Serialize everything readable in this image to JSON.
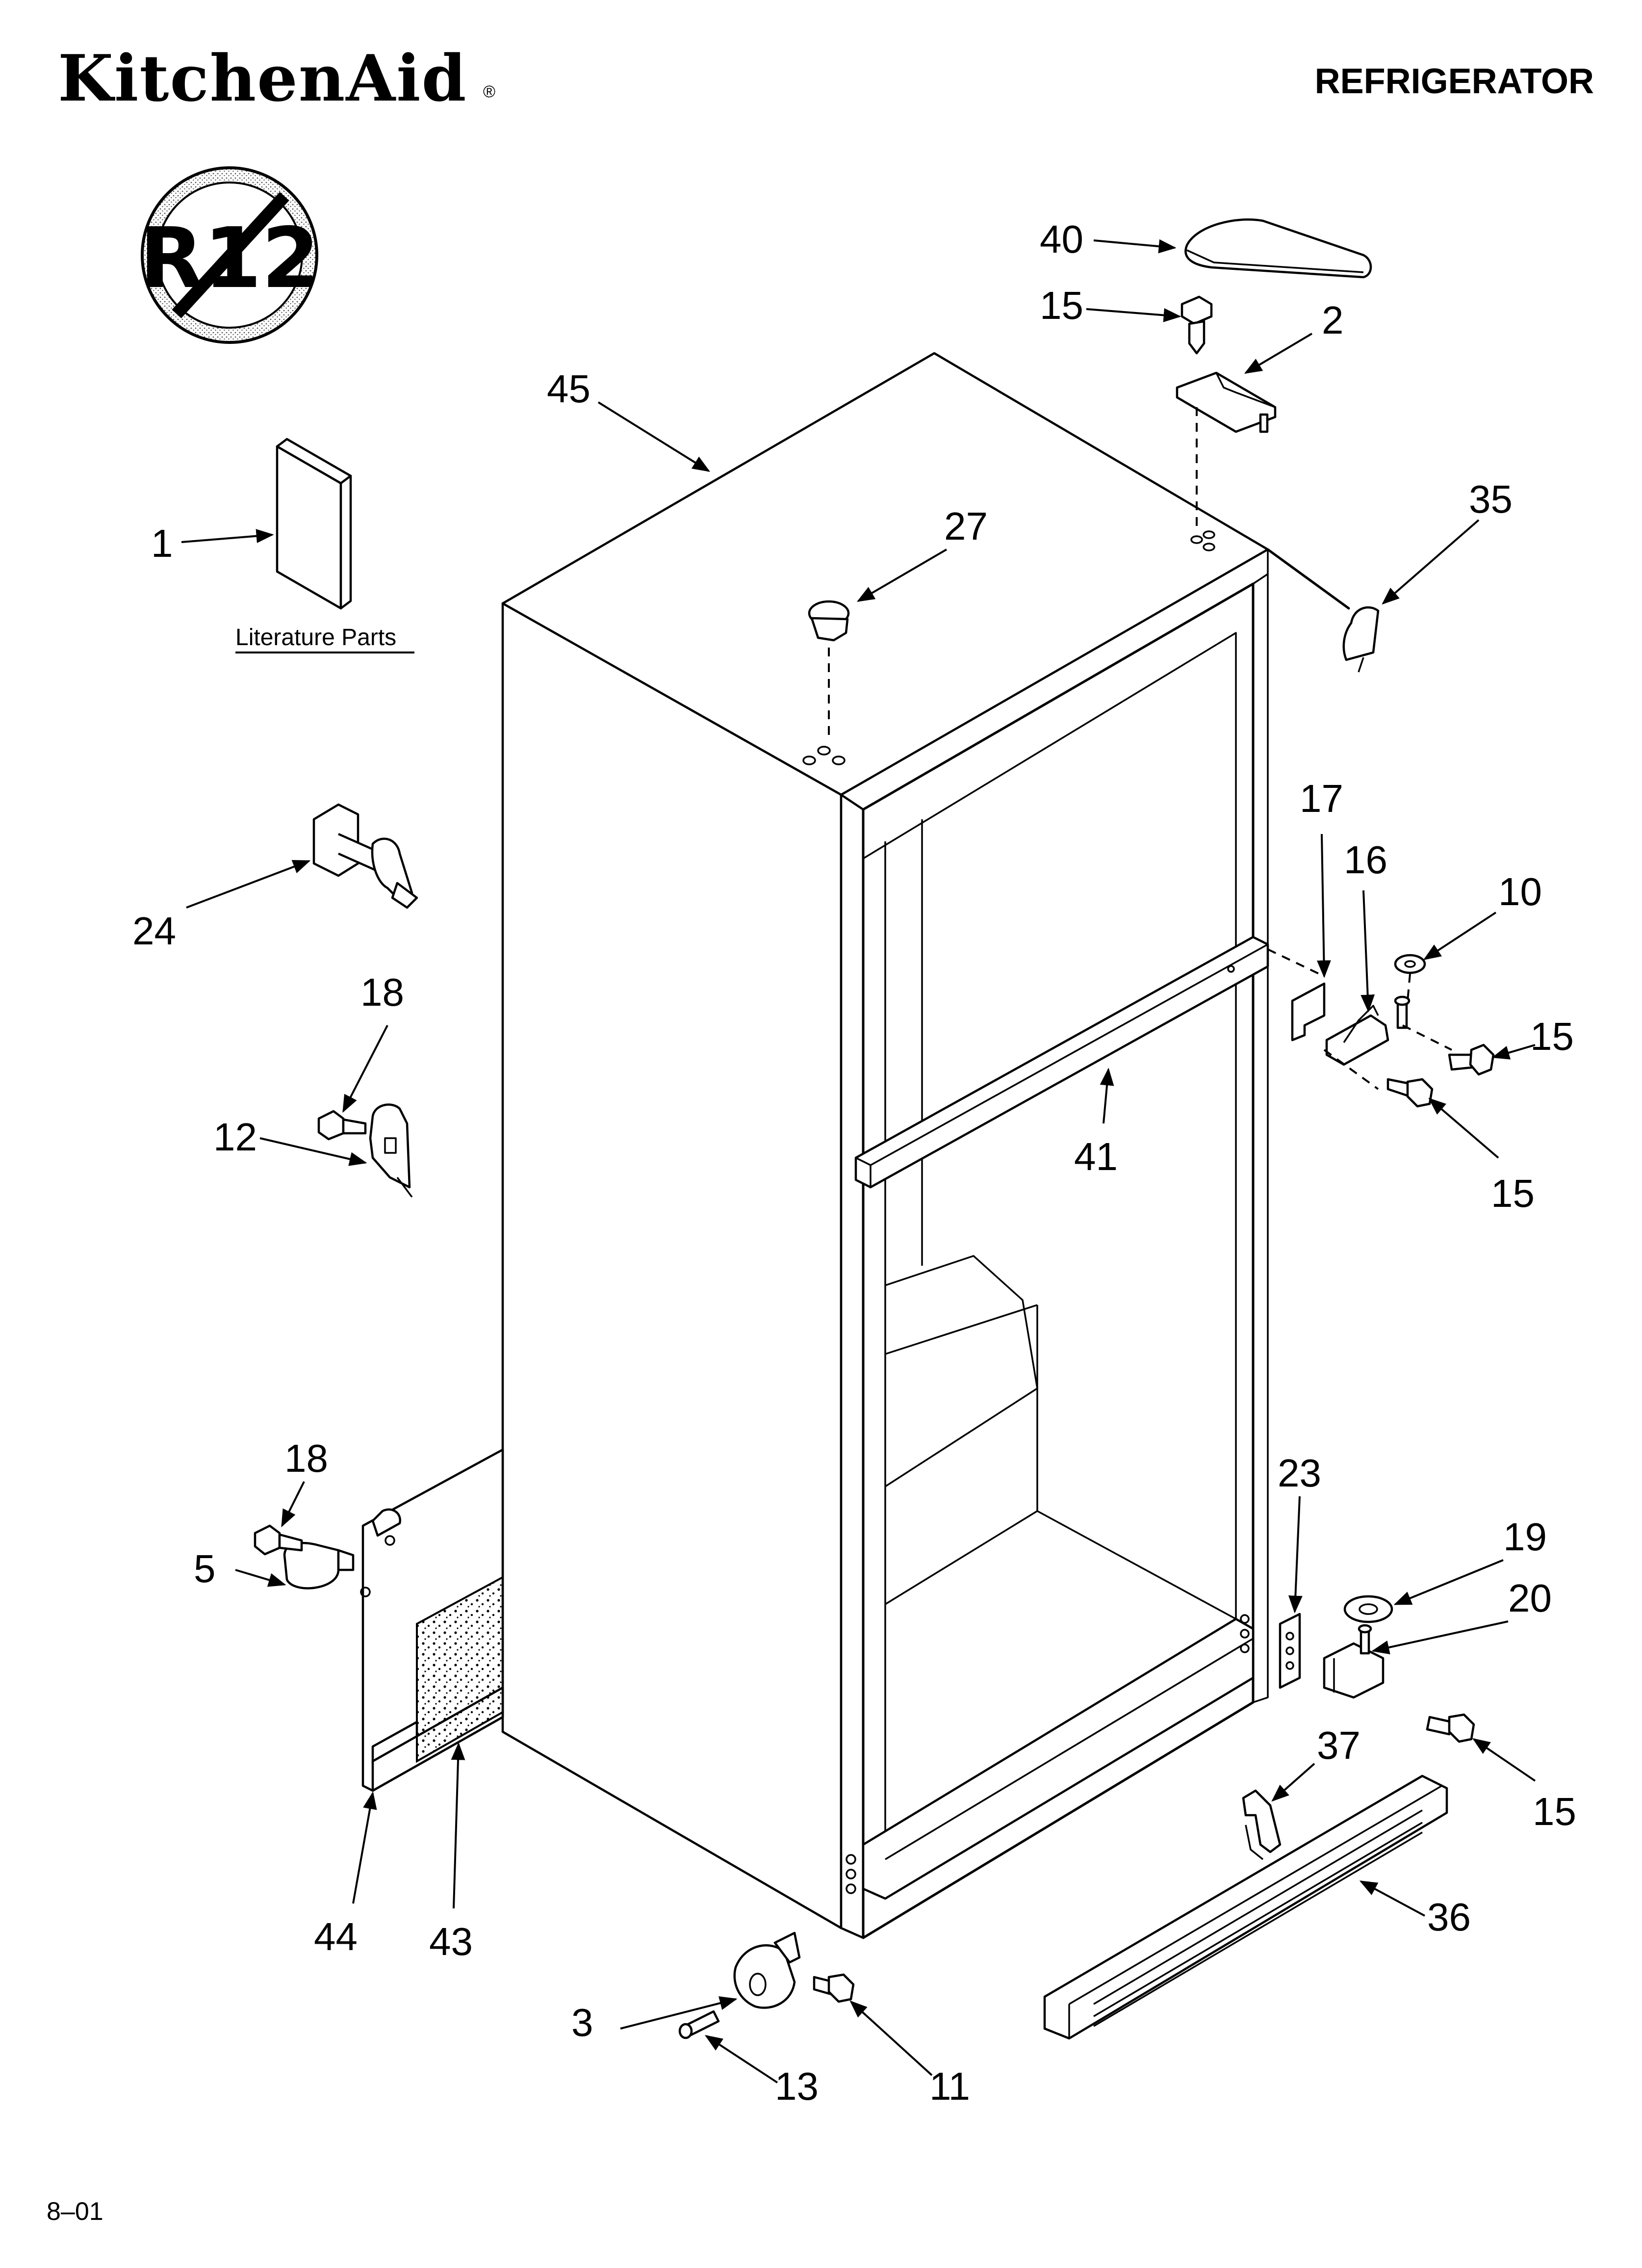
{
  "header": {
    "brand": "KitchenAid",
    "brand_mark": "®",
    "title": "REFRIGERATOR"
  },
  "badge": {
    "text": "R12",
    "meaning": "no-R12-refrigerant"
  },
  "literature_label": "Literature Parts",
  "footer": {
    "date": "8–01"
  },
  "callouts": {
    "c1": "1",
    "c2": "2",
    "c3": "3",
    "c5": "5",
    "c10": "10",
    "c11": "11",
    "c12": "12",
    "c13": "13",
    "c15a": "15",
    "c15b": "15",
    "c15c": "15",
    "c15d": "15",
    "c16": "16",
    "c17": "17",
    "c18a": "18",
    "c18b": "18",
    "c19": "19",
    "c20": "20",
    "c23": "23",
    "c24": "24",
    "c27": "27",
    "c35": "35",
    "c36": "36",
    "c37": "37",
    "c40": "40",
    "c41": "41",
    "c43": "43",
    "c44": "44",
    "c45": "45"
  }
}
